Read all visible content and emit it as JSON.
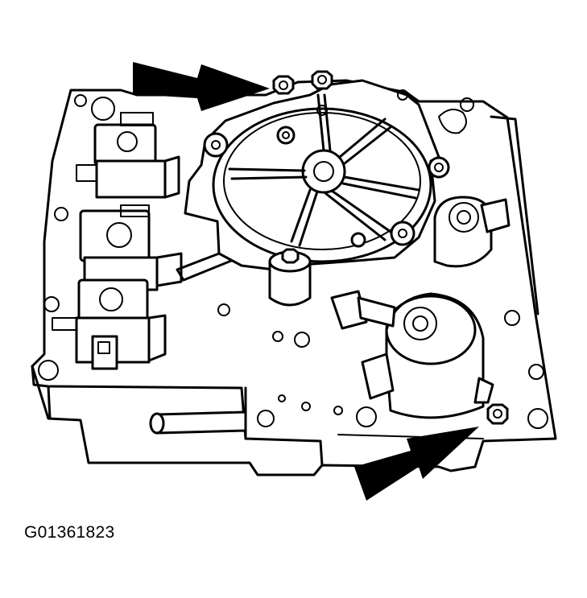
{
  "figure": {
    "id_label": "G01361823"
  },
  "callouts": [
    {
      "name": "upper-arrow",
      "direction": "right"
    },
    {
      "name": "lower-arrow",
      "direction": "up-right"
    }
  ]
}
